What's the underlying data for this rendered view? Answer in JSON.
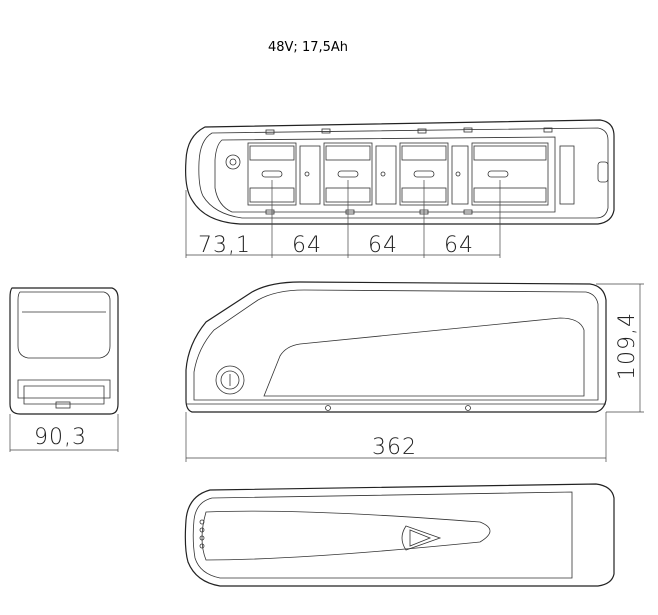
{
  "caption": "48V; 17,5Ah",
  "dimensions": {
    "d_73": "73,1",
    "d_64a": "64",
    "d_64b": "64",
    "d_64c": "64",
    "d_90": "90,3",
    "d_362": "362",
    "d_109": "109,4"
  }
}
